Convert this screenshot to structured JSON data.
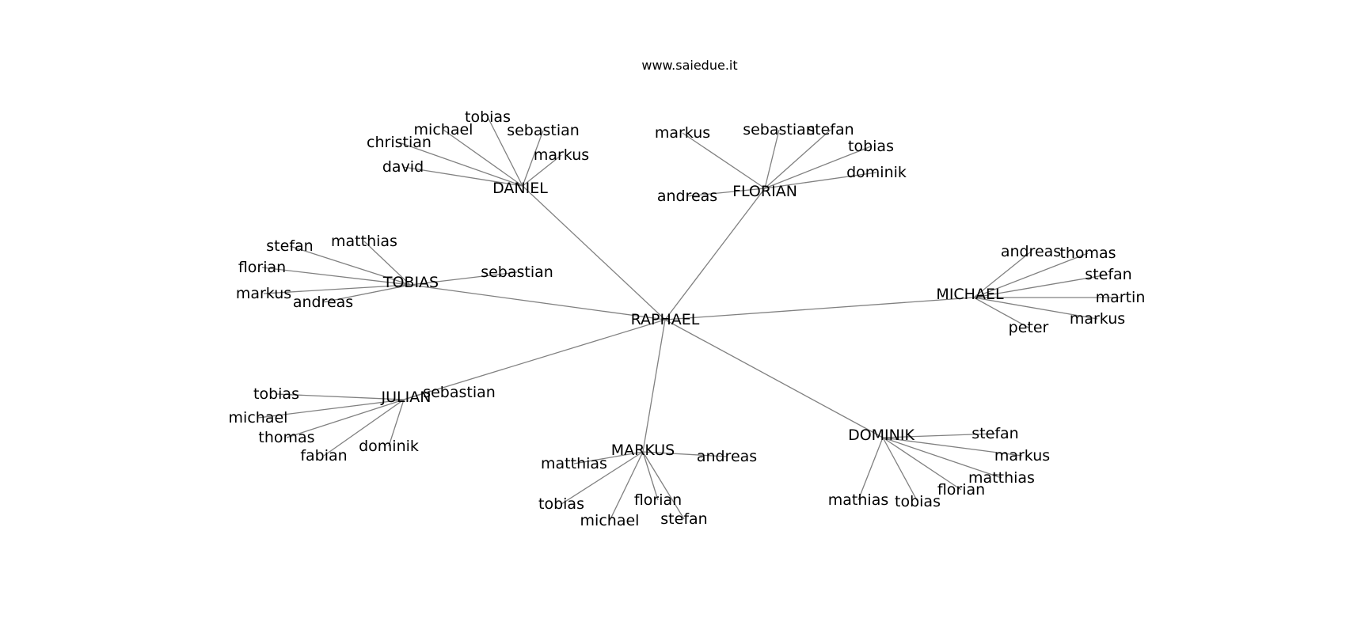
{
  "credit": "www.saiedue.it",
  "root": "RAPHAEL",
  "colors": {
    "edge": "#808080",
    "text": "#000000",
    "background": "#ffffff"
  },
  "groups": [
    {
      "hub": "DANIEL",
      "leaves": [
        "tobias",
        "michael",
        "sebastian",
        "christian",
        "markus",
        "david"
      ]
    },
    {
      "hub": "FLORIAN",
      "leaves": [
        "markus",
        "sebastian",
        "stefan",
        "tobias",
        "dominik",
        "andreas"
      ]
    },
    {
      "hub": "TOBIAS",
      "leaves": [
        "stefan",
        "matthias",
        "florian",
        "sebastian",
        "markus",
        "andreas"
      ]
    },
    {
      "hub": "MICHAEL",
      "leaves": [
        "andreas",
        "thomas",
        "stefan",
        "martin",
        "markus",
        "peter"
      ]
    },
    {
      "hub": "JULIAN",
      "leaves": [
        "sebastian",
        "tobias",
        "michael",
        "thomas",
        "fabian",
        "dominik"
      ]
    },
    {
      "hub": "MARKUS",
      "leaves": [
        "andreas",
        "matthias",
        "tobias",
        "florian",
        "michael",
        "stefan"
      ]
    },
    {
      "hub": "DOMINIK",
      "leaves": [
        "stefan",
        "markus",
        "matthias",
        "florian",
        "mathias",
        "tobias"
      ]
    }
  ]
}
